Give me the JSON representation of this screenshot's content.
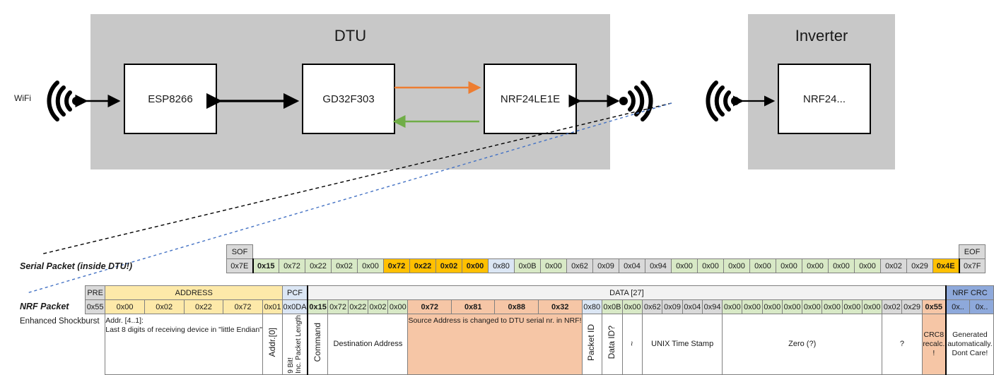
{
  "diagram": {
    "dtu": {
      "title": "DTU",
      "chips": [
        {
          "label": "ESP8266"
        },
        {
          "label": "GD32F303"
        },
        {
          "label": "NRF24LE1E"
        }
      ],
      "wifi_label": "WiFi"
    },
    "inverter": {
      "title": "Inverter",
      "chips": [
        {
          "label": "NRF24..."
        }
      ]
    },
    "colors": {
      "enclosure": "#c8c8c8",
      "tx_arrow": "#ed7d31",
      "rx_arrow": "#70ad47",
      "link_arrow": "#000000",
      "serial_connector": "#000000",
      "nrf_connector": "#4472c4"
    }
  },
  "serial_packet": {
    "row_label": "Serial Packet (inside DTU!)",
    "sof_header": "SOF",
    "eof_header": "EOF",
    "sof_value": "0x7E",
    "eof_value": "0x7F",
    "bytes": [
      {
        "v": "0x15",
        "f": "green",
        "b": true
      },
      {
        "v": "0x72",
        "f": "green",
        "b": false
      },
      {
        "v": "0x22",
        "f": "green",
        "b": false
      },
      {
        "v": "0x02",
        "f": "green",
        "b": false
      },
      {
        "v": "0x00",
        "f": "green",
        "b": false
      },
      {
        "v": "0x72",
        "f": "yellow",
        "b": true
      },
      {
        "v": "0x22",
        "f": "yellow",
        "b": true
      },
      {
        "v": "0x02",
        "f": "yellow",
        "b": true
      },
      {
        "v": "0x00",
        "f": "yellow",
        "b": true
      },
      {
        "v": "0x80",
        "f": "blue",
        "b": false
      },
      {
        "v": "0x0B",
        "f": "green",
        "b": false
      },
      {
        "v": "0x00",
        "f": "green",
        "b": false
      },
      {
        "v": "0x62",
        "f": "grey",
        "b": false
      },
      {
        "v": "0x09",
        "f": "grey",
        "b": false
      },
      {
        "v": "0x04",
        "f": "grey",
        "b": false
      },
      {
        "v": "0x94",
        "f": "grey",
        "b": false
      },
      {
        "v": "0x00",
        "f": "green",
        "b": false
      },
      {
        "v": "0x00",
        "f": "green",
        "b": false
      },
      {
        "v": "0x00",
        "f": "green",
        "b": false
      },
      {
        "v": "0x00",
        "f": "green",
        "b": false
      },
      {
        "v": "0x00",
        "f": "green",
        "b": false
      },
      {
        "v": "0x00",
        "f": "green",
        "b": false
      },
      {
        "v": "0x00",
        "f": "green",
        "b": false
      },
      {
        "v": "0x00",
        "f": "green",
        "b": false
      },
      {
        "v": "0x02",
        "f": "grey",
        "b": false
      },
      {
        "v": "0x29",
        "f": "grey",
        "b": false
      },
      {
        "v": "0x4E",
        "f": "yellow",
        "b": true
      }
    ]
  },
  "nrf_packet": {
    "row_label": "NRF Packet",
    "sub_label": "Enhanced Shockburst",
    "headers": {
      "pre": "PRE",
      "address": "ADDRESS",
      "pcf": "PCF",
      "data": "DATA [27]",
      "nrf_crc": "NRF CRC"
    },
    "pre_value": "0x55",
    "address_values": [
      "0x00",
      "0x02",
      "0x22",
      "0x72",
      "0x01"
    ],
    "pcf_value": "0x0DA",
    "crc_values": [
      "0x..",
      "0x.."
    ],
    "bytes": [
      {
        "v": "0x15",
        "f": "green",
        "b": true
      },
      {
        "v": "0x72",
        "f": "green",
        "b": false
      },
      {
        "v": "0x22",
        "f": "green",
        "b": false
      },
      {
        "v": "0x02",
        "f": "green",
        "b": false
      },
      {
        "v": "0x00",
        "f": "green",
        "b": false
      },
      {
        "v": "0x72",
        "f": "orange",
        "b": true
      },
      {
        "v": "0x81",
        "f": "orange",
        "b": true
      },
      {
        "v": "0x88",
        "f": "orange",
        "b": true
      },
      {
        "v": "0x32",
        "f": "orange",
        "b": true
      },
      {
        "v": "0x80",
        "f": "blue",
        "b": false
      },
      {
        "v": "0x0B",
        "f": "green",
        "b": false
      },
      {
        "v": "0x00",
        "f": "green",
        "b": false
      },
      {
        "v": "0x62",
        "f": "grey",
        "b": false
      },
      {
        "v": "0x09",
        "f": "grey",
        "b": false
      },
      {
        "v": "0x04",
        "f": "grey",
        "b": false
      },
      {
        "v": "0x94",
        "f": "grey",
        "b": false
      },
      {
        "v": "0x00",
        "f": "green",
        "b": false
      },
      {
        "v": "0x00",
        "f": "green",
        "b": false
      },
      {
        "v": "0x00",
        "f": "green",
        "b": false
      },
      {
        "v": "0x00",
        "f": "green",
        "b": false
      },
      {
        "v": "0x00",
        "f": "green",
        "b": false
      },
      {
        "v": "0x00",
        "f": "green",
        "b": false
      },
      {
        "v": "0x00",
        "f": "green",
        "b": false
      },
      {
        "v": "0x00",
        "f": "green",
        "b": false
      },
      {
        "v": "0x02",
        "f": "grey",
        "b": false
      },
      {
        "v": "0x29",
        "f": "grey",
        "b": false
      },
      {
        "v": "0x55",
        "f": "orange",
        "b": true
      }
    ],
    "descriptions": {
      "address": "Addr. [4..1]:\nLast 8 digits of receiving device in \"little Endian\"",
      "addr0": "Addr.[0]",
      "pcf": "9 Bit!\nInc. Packet Length",
      "command": "Command",
      "destination": "Destination Address",
      "source": "Source Address is changed to DTU serial nr. in NRF!",
      "packet_id": "Packet ID",
      "data_id": "Data ID?",
      "tilde": "?~",
      "unix": "UNIX Time Stamp",
      "zero": "Zero (?)",
      "question": "?",
      "crc8": "CRC8 recalc. !",
      "nrf_crc": "Generated automatically. Dont Care!"
    }
  }
}
